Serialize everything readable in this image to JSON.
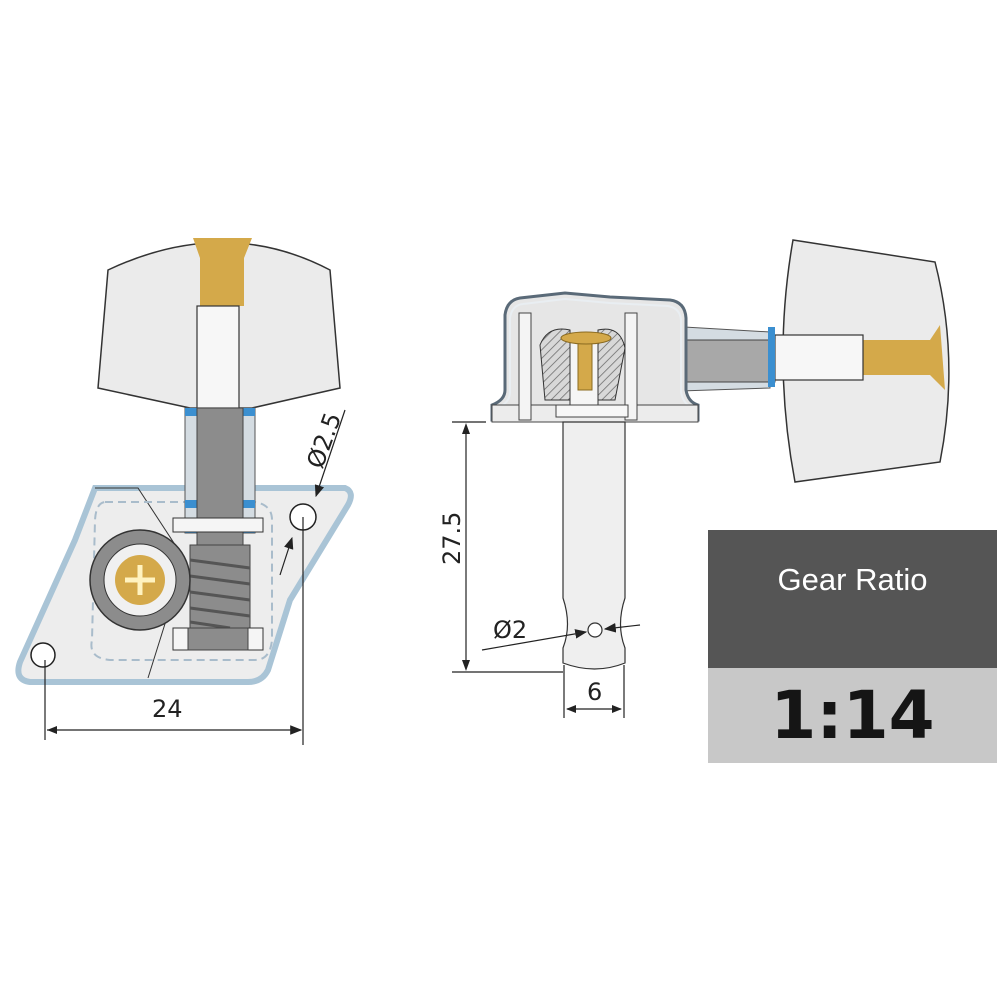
{
  "dimensions": {
    "hole_spacing": "24",
    "mount_hole_diameter": "Ø2.5",
    "post_height": "27.5",
    "string_hole_diameter": "Ø2",
    "post_diameter": "6"
  },
  "gear_ratio": {
    "label": "Gear Ratio",
    "value": "1:14"
  },
  "colors": {
    "gold": "#d4a94a",
    "steel": "#8c8c8c",
    "blue": "#3b8fd0",
    "plate_outline": "#a9c4d6",
    "box_dark": "#555555",
    "box_light": "#c8c8c8"
  }
}
